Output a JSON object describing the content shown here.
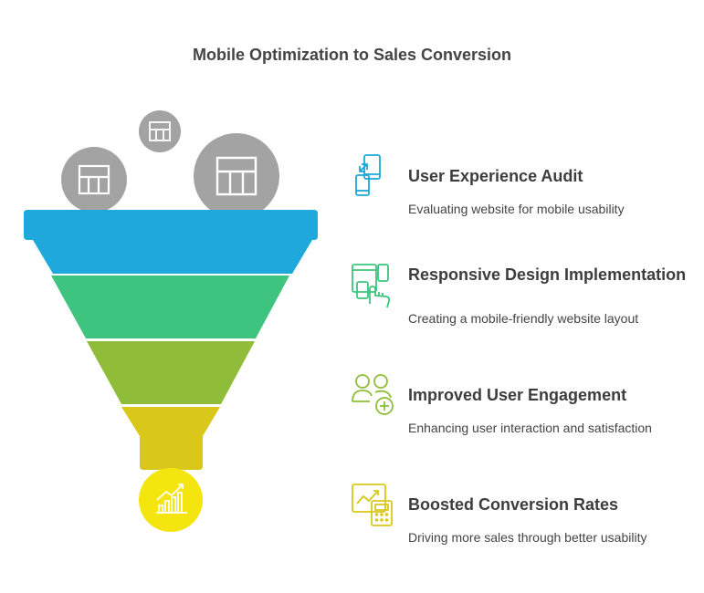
{
  "title": "Mobile Optimization to Sales Conversion",
  "steps": [
    {
      "title": "User Experience Audit",
      "description": "Evaluating website for mobile usability",
      "icon": "mobile-tablet-sync-icon",
      "color": "#1ba8d8"
    },
    {
      "title": "Responsive Design Implementation",
      "description": "Creating a mobile-friendly website layout",
      "icon": "responsive-devices-touch-icon",
      "color": "#3ec47f"
    },
    {
      "title": "Improved User Engagement",
      "description": "Enhancing user interaction and satisfaction",
      "icon": "users-add-icon",
      "color": "#8fbd3a"
    },
    {
      "title": "Boosted Conversion Rates",
      "description": "Driving more sales through better usability",
      "icon": "chart-calculator-icon",
      "color": "#d9c81a"
    }
  ],
  "funnel": {
    "colors": [
      "#1fa8dc",
      "#3ec47f",
      "#8fbd3a",
      "#d9c81a",
      "#f5e50f"
    ],
    "inputs_color": "#a3a3a3",
    "input_icon": "layout-grid-icon",
    "output_icon": "growth-chart-icon"
  }
}
